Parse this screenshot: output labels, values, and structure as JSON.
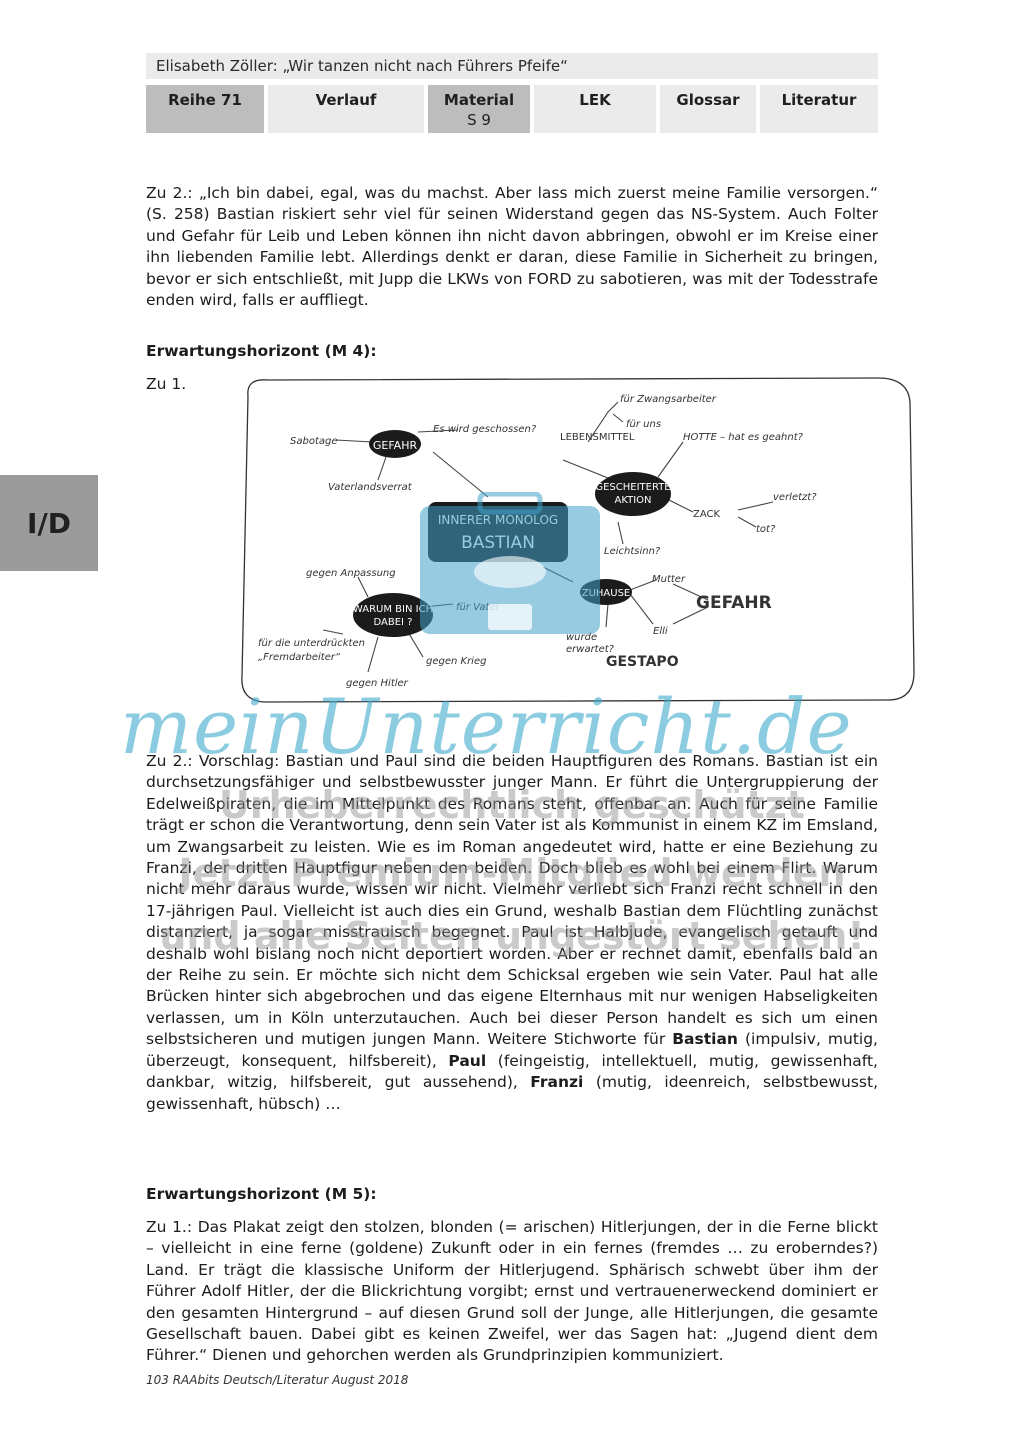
{
  "header": {
    "title": "Elisabeth Zöller: „Wir tanzen nicht nach Führers Pfeife“",
    "tabs": [
      {
        "label": "Reihe 71",
        "sub": ""
      },
      {
        "label": "Verlauf",
        "sub": ""
      },
      {
        "label": "Material",
        "sub": "S 9"
      },
      {
        "label": "LEK",
        "sub": ""
      },
      {
        "label": "Glossar",
        "sub": ""
      },
      {
        "label": "Literatur",
        "sub": ""
      }
    ]
  },
  "side_tab": "I/D",
  "section1": {
    "text": "Zu 2.: „Ich bin dabei, egal, was du machst. Aber lass mich zuerst meine Familie versorgen.“ (S. 258) Bastian riskiert sehr viel für seinen Widerstand gegen das NS-System. Auch Folter und Gefahr für Leib und Leben können ihn nicht davon abbringen, obwohl er im Kreise einer ihn liebenden Familie lebt. Allerdings denkt er daran, diese Familie in Sicherheit zu bringen, bevor er sich entschließt, mit Jupp die LKWs von FORD zu sabotieren, was mit der Todesstrafe enden wird, falls er auffliegt."
  },
  "heading_m4": "Erwartungshorizont (M 4):",
  "zu1_label": "Zu 1.",
  "mindmap": {
    "center_line1": "INNERER MONOLOG",
    "center_line2": "BASTIAN",
    "nodes": {
      "gefahr": "GEFAHR",
      "gescheiterte_1": "GESCHEITERTE",
      "gescheiterte_2": "AKTION",
      "zuhause": "ZUHAUSE",
      "warum_1": "WARUM BIN ICH",
      "warum_2": "DABEI ?"
    },
    "labels": {
      "sabotage": "Sabotage",
      "geschossen": "Es wird geschossen?",
      "vaterland": "Vaterlandsverrat",
      "lebensmittel": "LEBENSMITTEL",
      "zwangsarbeiter": "für Zwangsarbeiter",
      "fuer_uns": "für uns",
      "hotte": "HOTTE – hat es geahnt?",
      "zack": "ZACK",
      "verletzt": "verletzt?",
      "tot": "tot?",
      "leichtsinn": "Leichtsinn?",
      "mutter": "Mutter",
      "elli": "Elli",
      "gefahr_big": "GEFAHR",
      "gestapo": "GESTAPO",
      "erwartet_1": "wurde",
      "erwartet_2": "erwartet?",
      "anpassung": "gegen Anpassung",
      "vater": "für Vater",
      "unterdrueckten_1": "für die unterdrückten",
      "unterdrueckten_2": "„Fremdarbeiter“",
      "krieg": "gegen Krieg",
      "hitler": "gegen Hitler"
    }
  },
  "section2": {
    "intro": "Zu 2.: Vorschlag: Bastian und Paul sind die beiden Hauptfiguren des Romans. Bastian ist ein durchsetzungsfähiger und selbstbewusster junger Mann. Er führt die Untergruppierung der Edelweißpiraten, die im Mittelpunkt des Romans steht, offenbar an. Auch für seine Familie trägt er schon die Verantwortung, denn sein Vater ist als Kommunist in einem KZ im Emsland, um Zwangsarbeit zu leisten. Wie es im Roman angedeutet wird, hatte er eine Beziehung zu Franzi, der dritten Hauptfigur neben den beiden. Doch blieb es wohl bei einem Flirt. Warum nicht mehr daraus wurde, wissen wir nicht. Vielmehr verliebt sich Franzi recht schnell in den 17-jährigen Paul. Vielleicht ist auch dies ein Grund, weshalb Bastian dem Flüchtling zunächst distanziert, ja sogar misstrauisch begegnet. Paul ist Halbjude, evangelisch getauft und deshalb wohl bislang noch nicht deportiert worden. Aber er rechnet damit, ebenfalls bald an der Reihe zu sein. Er möchte sich nicht dem Schicksal ergeben wie sein Vater. Paul hat alle Brücken hinter sich abgebrochen und das eigene Elternhaus mit nur wenigen Habseligkeiten verlassen, um in Köln unterzutauchen. Auch bei dieser Person handelt es sich um einen selbstsicheren und mutigen jungen Mann. Weitere Stichworte für ",
    "bastian": "Bastian",
    "bastian_traits": " (impulsiv, mutig, überzeugt, konsequent, hilfsbereit), ",
    "paul": "Paul",
    "paul_traits": " (feingeistig, intellektuell, mutig, gewissenhaft, dankbar, witzig, hilfsbereit, gut aussehend), ",
    "franzi": "Franzi",
    "franzi_traits": " (mutig, ideenreich, selbstbewusst, gewissenhaft, hübsch) …"
  },
  "heading_m5": "Erwartungshorizont (M 5):",
  "section3": {
    "text": "Zu 1.: Das Plakat zeigt den stolzen, blonden (= arischen) Hitlerjungen, der in die Ferne blickt – vielleicht in eine ferne (goldene) Zukunft oder in ein fernes (fremdes … zu eroberndes?) Land. Er trägt die klassische Uniform der Hitlerjugend. Sphärisch schwebt über ihm der Führer Adolf Hitler, der die Blickrichtung vorgibt; ernst und vertrauenerweckend dominiert er den gesamten Hintergrund – auf diesen Grund soll der Junge, alle Hitlerjungen, die gesamte Gesellschaft bauen. Dabei gibt es keinen Zweifel, wer das Sagen hat: „Jugend dient dem Führer.“ Dienen und gehorchen werden als Grundprinzipien kommuniziert."
  },
  "footer": "103 RAAbits Deutsch/Literatur August 2018",
  "watermark": {
    "logo": "meinUnterricht.de",
    "line1": "Urheberrechtlich geschützt",
    "line2": "Jetzt Premium-Mitglied werden",
    "line3": "und alle Seiten ungestört sehen!"
  }
}
